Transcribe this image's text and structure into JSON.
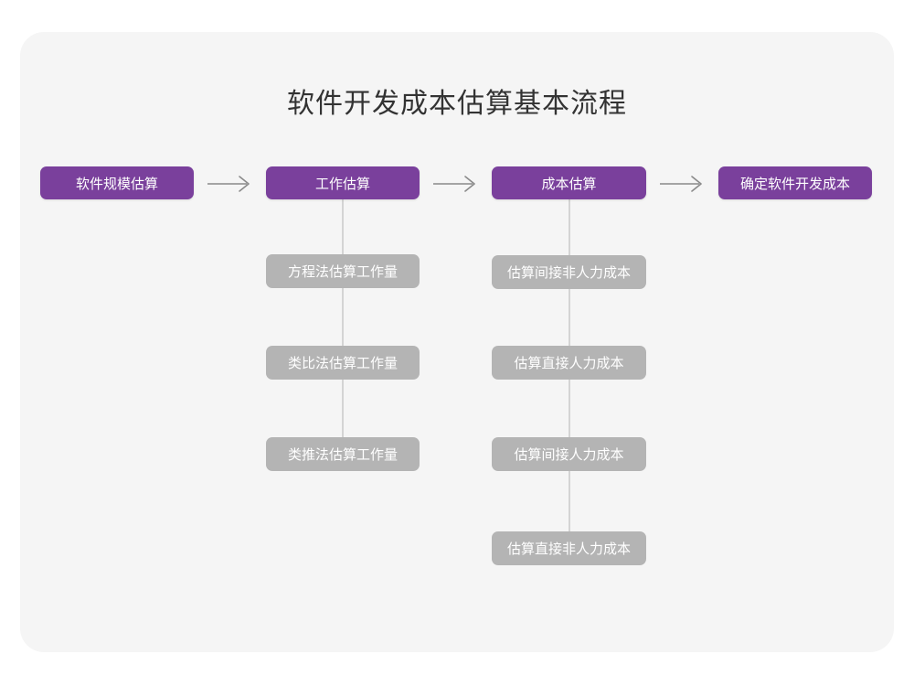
{
  "diagram": {
    "title": "软件开发成本估算基本流程",
    "colors": {
      "primary": "#7a409c",
      "secondary": "#b4b4b4",
      "card_background": "#f5f5f5",
      "page_background": "#ffffff",
      "connector": "#d4d4d4",
      "title_text": "#333333",
      "node_text": "#ffffff"
    },
    "flow": {
      "steps": [
        {
          "id": "scale",
          "label": "软件规模估算",
          "type": "primary"
        },
        {
          "id": "effort",
          "label": "工作估算",
          "type": "primary"
        },
        {
          "id": "cost",
          "label": "成本估算",
          "type": "primary"
        },
        {
          "id": "final",
          "label": "确定软件开发成本",
          "type": "primary"
        }
      ],
      "connectors": [
        {
          "id": "arrow-1",
          "glyph": "→",
          "from": "scale",
          "to": "effort"
        },
        {
          "id": "arrow-2",
          "glyph": "→",
          "from": "effort",
          "to": "cost"
        },
        {
          "id": "arrow-3",
          "glyph": "→",
          "from": "cost",
          "to": "final"
        }
      ],
      "branches": [
        {
          "parent": "effort",
          "items": [
            {
              "label": "方程法估算工作量"
            },
            {
              "label": "类比法估算工作量"
            },
            {
              "label": "类推法估算工作量"
            }
          ]
        },
        {
          "parent": "cost",
          "items": [
            {
              "label": "估算间接非人力成本"
            },
            {
              "label": "估算直接人力成本"
            },
            {
              "label": "估算间接人力成本"
            },
            {
              "label": "估算直接非人力成本"
            }
          ]
        }
      ]
    }
  }
}
